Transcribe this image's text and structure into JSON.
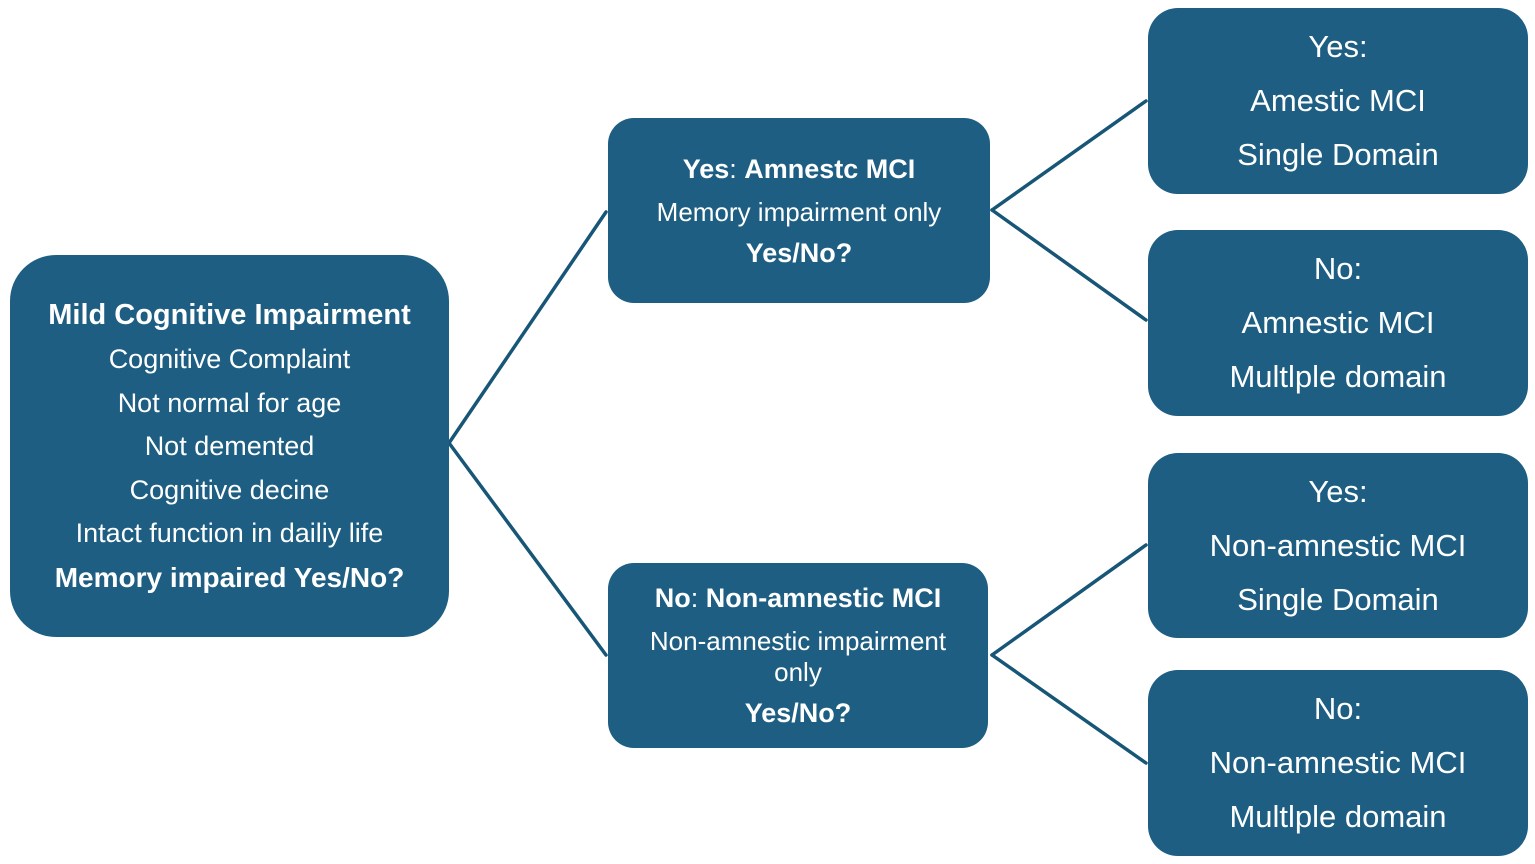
{
  "colors": {
    "background": "#ffffff",
    "node_fill": "#1d5e82",
    "connector": "#175676",
    "text": "#ffffff"
  },
  "root": {
    "title": "Mild Cognitive Impairment",
    "lines": [
      "Cognitive Complaint",
      "Not normal for age",
      "Not demented",
      "Cognitive decine",
      "Intact function in dailiy life"
    ],
    "question": "Memory impaired Yes/No?"
  },
  "branch_yes": {
    "head_answer": "Yes",
    "head_sep": ": ",
    "head_label": "Amnestc MCI",
    "body": "Memory impairment only",
    "question": "Yes/No?"
  },
  "branch_no": {
    "head_answer": "No",
    "head_sep": ": ",
    "head_label": "Non-amnestic MCI",
    "body": "Non-amnestic impairment only",
    "question": "Yes/No?"
  },
  "outcomes": [
    {
      "answer": "Yes:",
      "type": "Amestic MCI",
      "domain": "Single Domain"
    },
    {
      "answer": "No:",
      "type": "Amnestic MCI",
      "domain": "Multlple domain"
    },
    {
      "answer": "Yes:",
      "type": "Non-amnestic MCI",
      "domain": "Single Domain"
    },
    {
      "answer": "No:",
      "type": "Non-amnestic MCI",
      "domain": "Multlple domain"
    }
  ]
}
